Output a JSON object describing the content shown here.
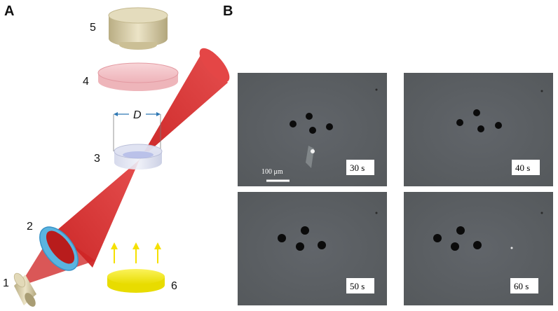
{
  "panel_a": {
    "label": "A",
    "components": [
      {
        "number": "1"
      },
      {
        "number": "2"
      },
      {
        "number": "3"
      },
      {
        "number": "4"
      },
      {
        "number": "5"
      },
      {
        "number": "6"
      }
    ],
    "dimension_label": "D"
  },
  "panel_b": {
    "label": "B",
    "frames": [
      {
        "time": "30 s"
      },
      {
        "time": "40 s"
      },
      {
        "time": "50 s"
      },
      {
        "time": "60 s"
      }
    ],
    "scale_bar_label": "100 μm"
  },
  "colors": {
    "laser_beam": "#d42a2a",
    "lens_ring": "#5ab4e0",
    "light_source": "#f2ea1a",
    "light_arrows": "#f5e000",
    "micrograph_bg": "#5a5e5f",
    "condenser": "#d8ceaa"
  }
}
